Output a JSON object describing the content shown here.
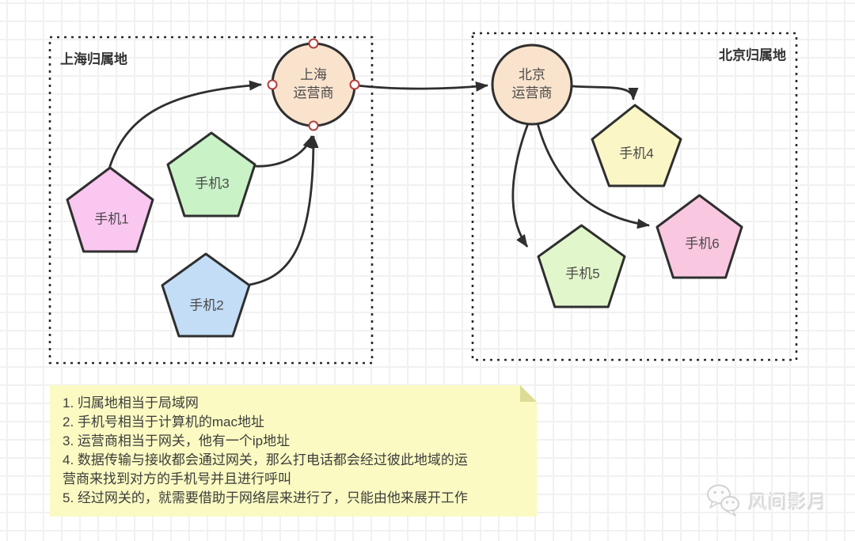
{
  "regions": {
    "shanghai": {
      "label": "上海归属地"
    },
    "beijing": {
      "label": "北京归属地"
    }
  },
  "operators": {
    "shanghai": {
      "line1": "上海",
      "line2": "运营商",
      "fill": "#fae3cd"
    },
    "beijing": {
      "line1": "北京",
      "line2": "运营商",
      "fill": "#fae3cd"
    }
  },
  "phones": [
    {
      "label": "手机1",
      "fill": "#fac7f1",
      "region": "shanghai"
    },
    {
      "label": "手机2",
      "fill": "#c3ddf6",
      "region": "shanghai"
    },
    {
      "label": "手机3",
      "fill": "#c9f2c6",
      "region": "shanghai"
    },
    {
      "label": "手机4",
      "fill": "#faf6c6",
      "region": "beijing"
    },
    {
      "label": "手机5",
      "fill": "#e2f6cb",
      "region": "beijing"
    },
    {
      "label": "手机6",
      "fill": "#f9c7e0",
      "region": "beijing"
    }
  ],
  "note": {
    "bg": "#fafac2",
    "fold": "#dcdc96",
    "lines": [
      "1. 归属地相当于局域网",
      "2. 手机号相当于计算机的mac地址",
      "3. 运营商相当于网关，他有一个ip地址",
      "4. 数据传输与接收都会通过网关，那么打电话都会经过彼此地域的运营商来找到对方的手机号并且进行呼叫",
      "5. 经过网关的，就需要借助于网络层来进行了，只能由他来展开工作"
    ]
  },
  "watermark": {
    "text": "风间影月",
    "color": "#e3e3e3"
  },
  "colors": {
    "shape_stroke": "#2f2f2f",
    "arrow": "#333333",
    "box_border": "#2b2b2b",
    "anchor_ring": "#b0413e",
    "grid_line": "#f1f1f1"
  }
}
